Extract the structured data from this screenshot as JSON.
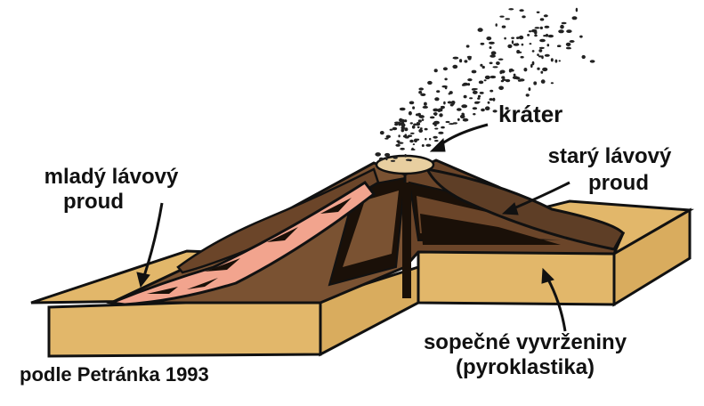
{
  "labels": {
    "crater": "kráter",
    "young_flow_line1": "mladý lávový",
    "young_flow_line2": "proud",
    "old_flow_line1": "starý lávový",
    "old_flow_line2": "proud",
    "pyroclastics_line1": "sopečné vyvrženiny",
    "pyroclastics_line2": "(pyroklastika)",
    "credit": "podle Petránka 1993"
  },
  "colors": {
    "ground": "#E2B76A",
    "cone": "#7A5232",
    "old_flow": "#5E3E26",
    "young_lava": "#F2A48E",
    "dark_band": "#1A1008",
    "outline": "#111111"
  }
}
